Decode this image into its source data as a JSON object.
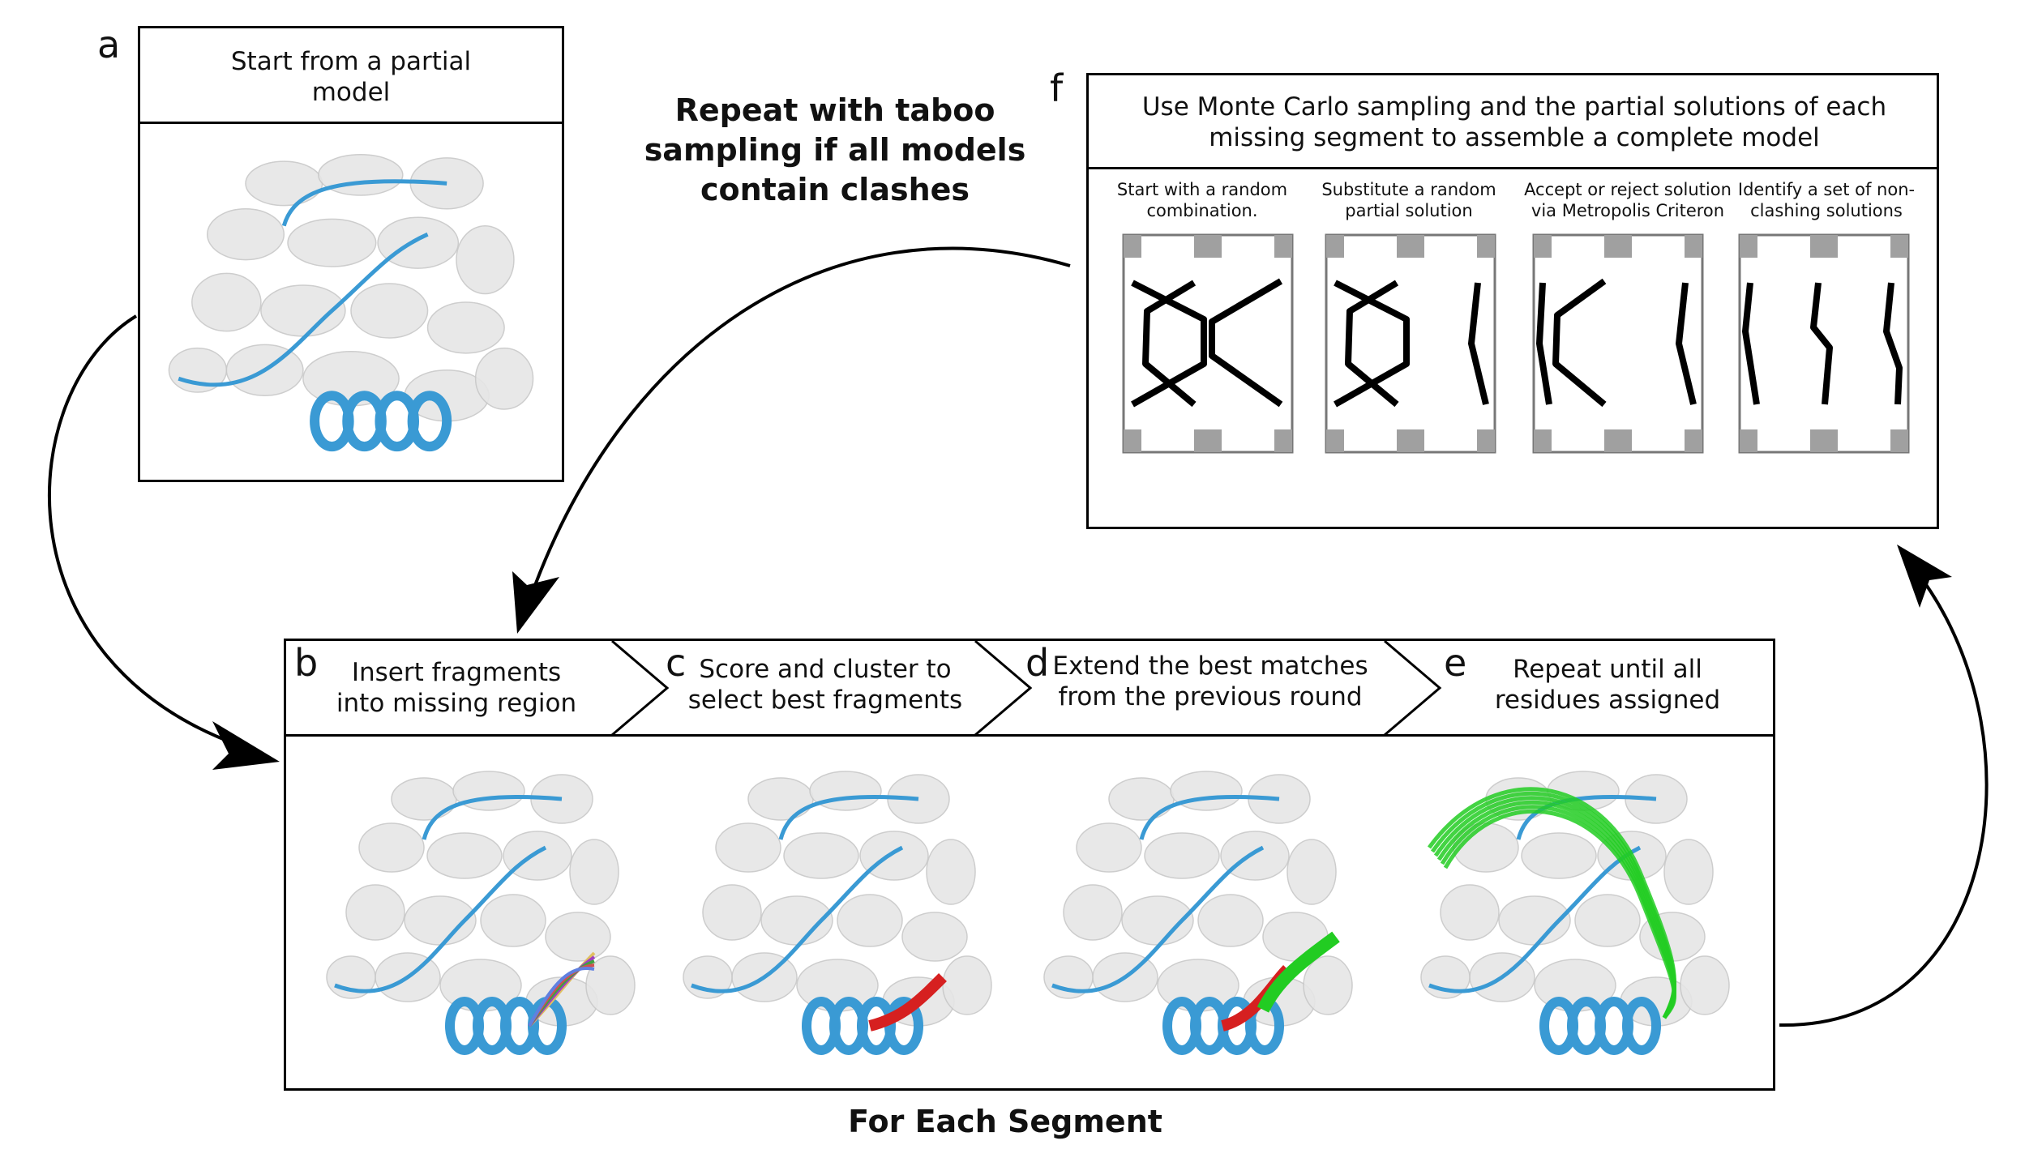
{
  "panels": {
    "a": {
      "letter": "a",
      "caption": "Start from a partial model"
    },
    "f": {
      "letter": "f",
      "caption": "Use Monte Carlo sampling and the partial solutions of each missing segment to assemble a complete model",
      "steps": [
        "Start with a random combination.",
        "Substitute a random partial solution",
        "Accept or reject solution via Metropolis Criteron",
        "Identify a set of non-clashing solutions"
      ]
    },
    "b": {
      "letter": "b",
      "caption": "Insert fragments into missing region"
    },
    "c": {
      "letter": "c",
      "caption": "Score and cluster to select best fragments"
    },
    "d": {
      "letter": "d",
      "caption": "Extend the best matches from the previous round"
    },
    "e": {
      "letter": "e",
      "caption": "Repeat until all residues assigned"
    }
  },
  "repeat_note": "Repeat with taboo sampling if all models contain clashes",
  "footer": "For Each Segment",
  "colors": {
    "density": "#e6e6e6",
    "backbone": "#3a9ad4",
    "red_fragment": "#d62020",
    "green_fragment": "#22cc22",
    "block": "#a0a0a0"
  }
}
